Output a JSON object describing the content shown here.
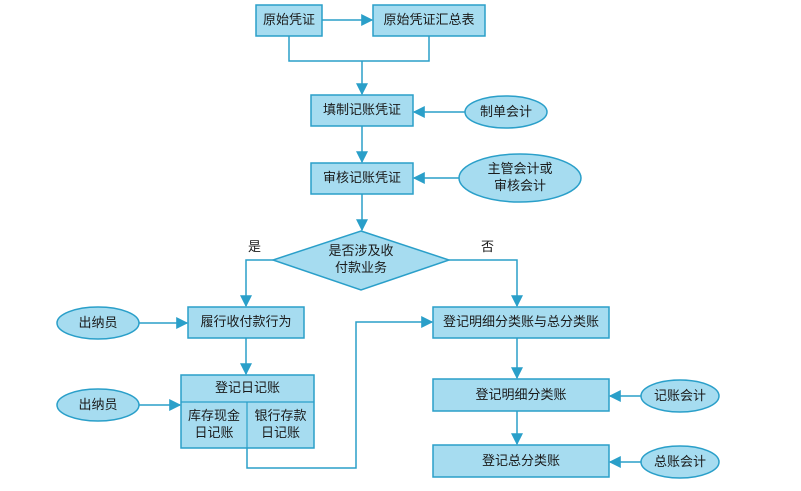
{
  "colors": {
    "fill": "#a6dcf0",
    "stroke": "#2a9fc9",
    "ink": "#1a1a1a"
  },
  "nodes": {
    "original_voucher": "原始凭证",
    "voucher_summary": "原始凭证汇总表",
    "fill_voucher": "填制记账凭证",
    "preparer": "制单会计",
    "review_voucher": "审核记账凭证",
    "supervisor_line1": "主管会计或",
    "supervisor_line2": "审核会计",
    "decision_line1": "是否涉及收",
    "decision_line2": "付款业务",
    "yes": "是",
    "no": "否",
    "cashier_1": "出纳员",
    "perform_payment": "履行收付款行为",
    "ledger_detail_general": "登记明细分类账与总分类账",
    "cashier_2": "出纳员",
    "daily_journal": "登记日记账",
    "cash_journal_line1": "库存现金",
    "cash_journal_line2": "日记账",
    "bank_journal_line1": "银行存款",
    "bank_journal_line2": "日记账",
    "detail_ledger": "登记明细分类账",
    "bookkeeper": "记账会计",
    "general_ledger": "登记总分类账",
    "gl_accountant": "总账会计"
  }
}
